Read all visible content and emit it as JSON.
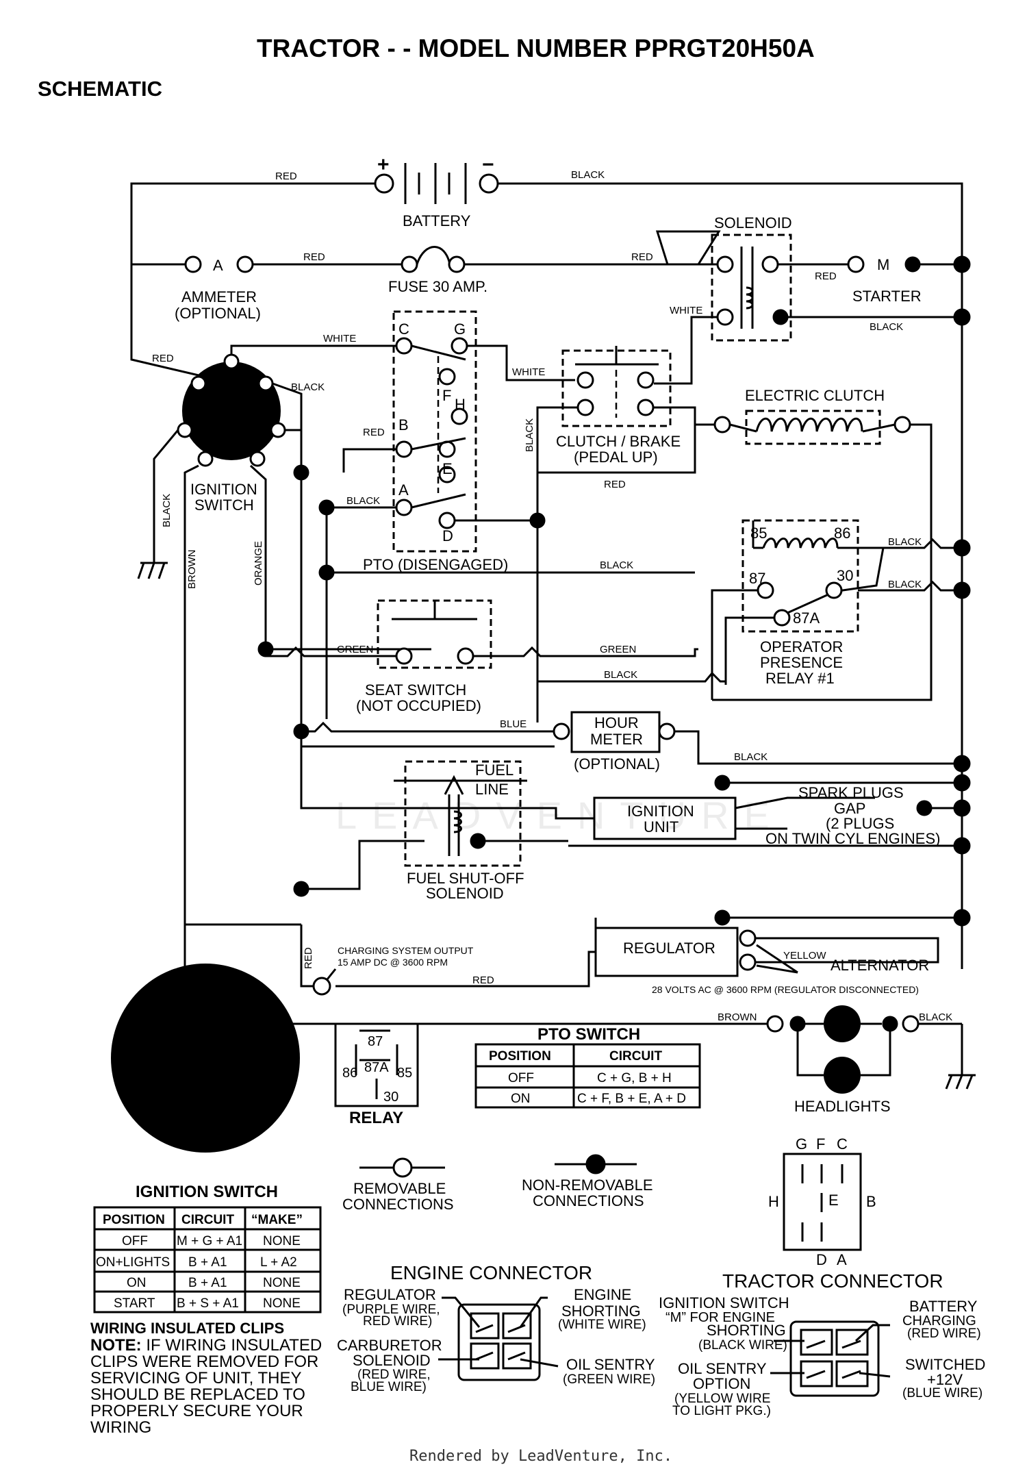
{
  "title": "TRACTOR - - MODEL NUMBER PPRGT20H50A",
  "subtitle": "SCHEMATIC",
  "components": {
    "battery": "BATTERY",
    "solenoid": "SOLENOID",
    "ammeter": "AMMETER",
    "ammeter_opt": "(OPTIONAL)",
    "ammeter_symbol": "A",
    "fuse": "FUSE 30 AMP.",
    "starter": "STARTER",
    "starter_symbol": "M",
    "ignition_switch": "IGNITION",
    "ignition_switch2": "SWITCH",
    "pto": "PTO (DISENGAGED)",
    "clutch_brake": "CLUTCH / BRAKE",
    "clutch_brake2": "(PEDAL UP)",
    "electric_clutch": "ELECTRIC CLUTCH",
    "relay_opp1": "OPERATOR",
    "relay_opp2": "PRESENCE",
    "relay_opp3": "RELAY #1",
    "seat_switch": "SEAT SWITCH",
    "seat_switch2": "(NOT OCCUPIED)",
    "hour_meter": "HOUR",
    "hour_meter2": "METER",
    "hour_meter3": "(OPTIONAL)",
    "fuel_line": "FUEL",
    "fuel_line2": "LINE",
    "fuel_solenoid": "FUEL SHUT-OFF",
    "fuel_solenoid2": "SOLENOID",
    "ignition_unit": "IGNITION",
    "ignition_unit2": "UNIT",
    "spark1": "SPARK PLUGS",
    "spark2": "GAP",
    "spark3": "(2 PLUGS",
    "spark4": "ON TWIN CYL  ENGINES)",
    "regulator": "REGULATOR",
    "alternator": "ALTERNATOR",
    "charging1": "CHARGING SYSTEM OUTPUT",
    "charging2": "15 AMP DC @ 3600 RPM",
    "alt_note": "28 VOLTS AC @ 3600 RPM (REGULATOR DISCONNECTED)",
    "headlights": "HEADLIGHTS",
    "relay": "RELAY"
  },
  "wires": {
    "red": "RED",
    "black": "BLACK",
    "white": "WHITE",
    "brown": "BROWN",
    "orange": "ORANGE",
    "green": "GREEN",
    "blue": "BLUE",
    "yellow": "YELLOW"
  },
  "terminals": {
    "plus": "+",
    "minus": "−",
    "B": "B",
    "S": "S",
    "M": "M",
    "G": "G",
    "L": "L",
    "A1": "A1",
    "A2": "A2",
    "pC": "C",
    "pG": "G",
    "pF": "F",
    "pH": "H",
    "pB": "B",
    "pE": "E",
    "pA": "A",
    "pD": "D",
    "r85": "85",
    "r86": "86",
    "r87": "87",
    "r30": "30",
    "r87A": "87A"
  },
  "pto_table": {
    "title": "PTO SWITCH",
    "headers": [
      "POSITION",
      "CIRCUIT"
    ],
    "rows": [
      [
        "OFF",
        "C + G, B + H"
      ],
      [
        "ON",
        "C + F, B + E, A + D"
      ]
    ]
  },
  "ign_table": {
    "title": "IGNITION SWITCH",
    "headers": [
      "POSITION",
      "CIRCUIT",
      "“MAKE”"
    ],
    "rows": [
      [
        "OFF",
        "M + G + A1",
        "NONE"
      ],
      [
        "ON+LIGHTS",
        "B + A1",
        "L + A2"
      ],
      [
        "ON",
        "B + A1",
        "NONE"
      ],
      [
        "START",
        "B + S + A1",
        "NONE"
      ]
    ]
  },
  "legend": {
    "removable": "REMOVABLE",
    "removable2": "CONNECTIONS",
    "nonremovable": "NON-REMOVABLE",
    "nonremovable2": "CONNECTIONS"
  },
  "pto_pins": {
    "g": "G",
    "f": "F",
    "c": "C",
    "h": "H",
    "e": "E",
    "b": "B",
    "d": "D",
    "a": "A"
  },
  "engine_connector": {
    "title": "ENGINE CONNECTOR",
    "reg": "REGULATOR",
    "reg2": "(PURPLE WIRE,",
    "reg3": "RED WIRE)",
    "carb": "CARBURETOR",
    "carb2": "SOLENOID",
    "carb3": "(RED WIRE,",
    "carb4": "BLUE WIRE)",
    "eng": "ENGINE",
    "eng2": "SHORTING",
    "eng3": "(WHITE WIRE)",
    "oil": "OIL SENTRY",
    "oil2": "(GREEN WIRE)"
  },
  "tractor_connector": {
    "title": "TRACTOR CONNECTOR",
    "ign1": "IGNITION SWITCH",
    "ign2": "“M” FOR ENGINE",
    "ign3": "SHORTING",
    "ign4": "(BLACK WIRE)",
    "oil1": "OIL SENTRY",
    "oil2": "OPTION",
    "oil3": "(YELLOW WIRE",
    "oil4": "TO LIGHT PKG.)",
    "bat1": "BATTERY",
    "bat2": "CHARGING",
    "bat3": "(RED WIRE)",
    "sw1": "SWITCHED",
    "sw2": "+12V",
    "sw3": "(BLUE WIRE)"
  },
  "clips": {
    "title": "WIRING INSULATED CLIPS",
    "note_label": "NOTE:",
    "l1": " IF WIRING INSULATED",
    "l2": "CLIPS WERE REMOVED FOR",
    "l3": "SERVICING OF UNIT, THEY",
    "l4": "SHOULD BE REPLACED TO",
    "l5": "PROPERLY SECURE YOUR",
    "l6": "WIRING"
  },
  "watermark": "LEADVENTURE",
  "footer": "Rendered by LeadVenture, Inc."
}
